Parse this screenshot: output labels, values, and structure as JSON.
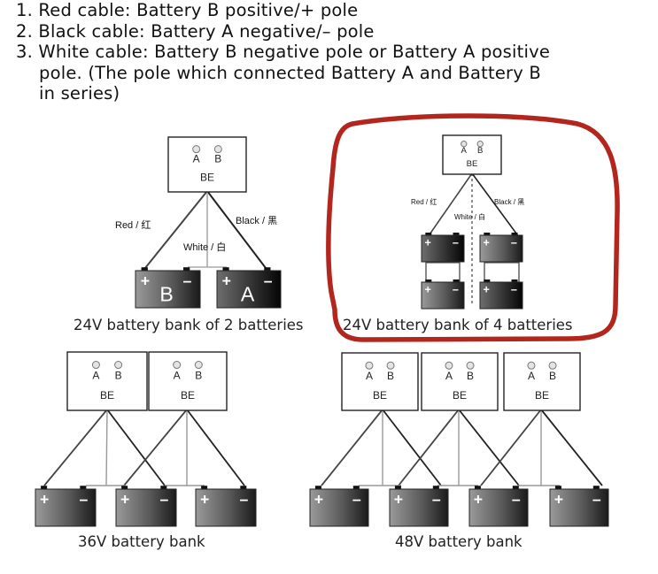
{
  "instructions": [
    "1. Red cable: Battery B positive/+ pole",
    "2. Black cable: Battery A negative/– pole",
    "3. White cable: Battery B negative pole or Battery A positive",
    "pole. (The pole which connected Battery A and Battery B",
    "in series)"
  ],
  "box": {
    "a": "A",
    "b": "B",
    "be": "BE"
  },
  "wires": {
    "red": "Red / 红",
    "black": "Black / 黑",
    "white": "White / 白"
  },
  "signs": {
    "plus": "+",
    "minus": "–"
  },
  "battery_letters": {
    "b": "B",
    "a": "A"
  },
  "captions": {
    "bank2": "24V battery bank of 2 batteries",
    "bank4": "24V battery bank of 4 batteries",
    "bank36": "36V battery bank",
    "bank48": "48V battery bank"
  },
  "highlight_color": "#b3261e"
}
